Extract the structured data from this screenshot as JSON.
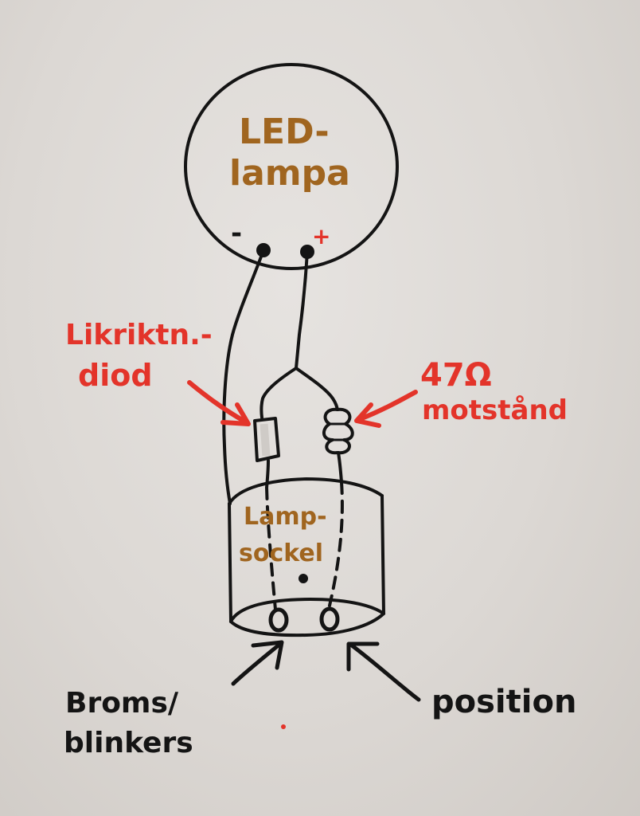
{
  "labels": {
    "led_lampa_line1": "LED-",
    "led_lampa_line2": "lampa",
    "minus": "-",
    "plus": "+",
    "likriktn_line1": "Likriktn.-",
    "likriktn_line2": "diod",
    "resistor_line1": "47Ω",
    "resistor_line2": "motstånd",
    "lampsockel_line1": "Lamp-",
    "lampsockel_line2": "sockel",
    "broms_line1": "Broms/",
    "broms_line2": "blinkers",
    "position": "position"
  },
  "colors": {
    "ink": "#141414",
    "red": "#e3342a",
    "brown": "#a0651f",
    "paper": "#dcd8d4"
  }
}
